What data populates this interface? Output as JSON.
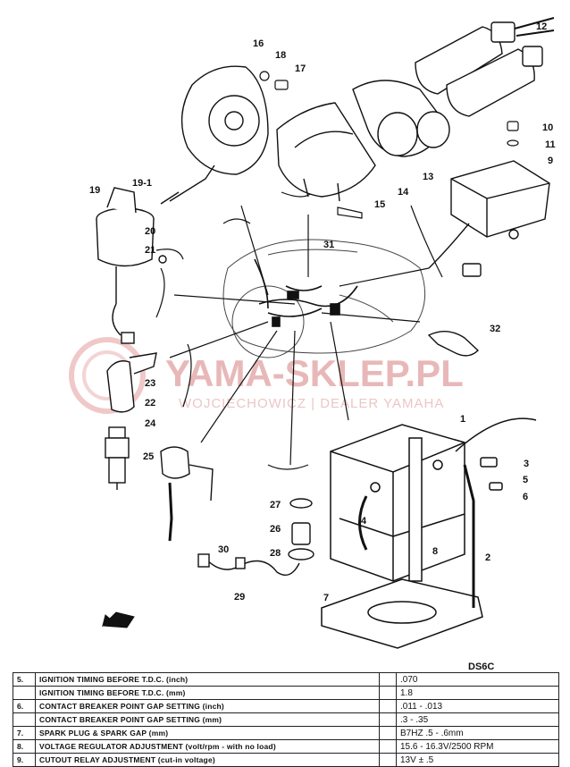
{
  "model_code": "DS6C",
  "watermark": {
    "brand": "YAMA-SKLEP.PL",
    "subtitle": "WOJCIECHOWICZ | DEALER YAMAHA"
  },
  "callouts": {
    "c1": "1",
    "c2": "2",
    "c3": "3",
    "c4": "4",
    "c5": "5",
    "c6": "6",
    "c7": "7",
    "c8": "8",
    "c9": "9",
    "c10": "10",
    "c11": "11",
    "c12": "12",
    "c13": "13",
    "c14": "14",
    "c15": "15",
    "c16": "16",
    "c17": "17",
    "c18": "18",
    "c19": "19",
    "c19_1": "19-1",
    "c20": "20",
    "c21": "21",
    "c22": "22",
    "c23": "23",
    "c24": "24",
    "c25": "25",
    "c26": "26",
    "c27": "27",
    "c28": "28",
    "c29": "29",
    "c30": "30",
    "c31": "31",
    "c32": "32"
  },
  "spec_table": [
    {
      "num": "5.",
      "label": "IGNITION TIMING BEFORE T.D.C. (inch)",
      "value": ".070"
    },
    {
      "num": "",
      "label": "IGNITION TIMING BEFORE T.D.C. (mm)",
      "value": "1.8"
    },
    {
      "num": "6.",
      "label": "CONTACT BREAKER POINT GAP SETTING (inch)",
      "value": ".011 - .013"
    },
    {
      "num": "",
      "label": "CONTACT BREAKER POINT GAP SETTING (mm)",
      "value": ".3 - .35"
    },
    {
      "num": "7.",
      "label": "SPARK PLUG & SPARK GAP (mm)",
      "value": "B7HZ   .5 - .6mm"
    },
    {
      "num": "8.",
      "label": "VOLTAGE REGULATOR ADJUSTMENT (volt/rpm - with no load)",
      "value": "15.6 - 16.3V/2500 RPM"
    },
    {
      "num": "9.",
      "label": "CUTOUT RELAY ADJUSTMENT (cut-in voltage)",
      "value": "13V ± .5"
    }
  ]
}
